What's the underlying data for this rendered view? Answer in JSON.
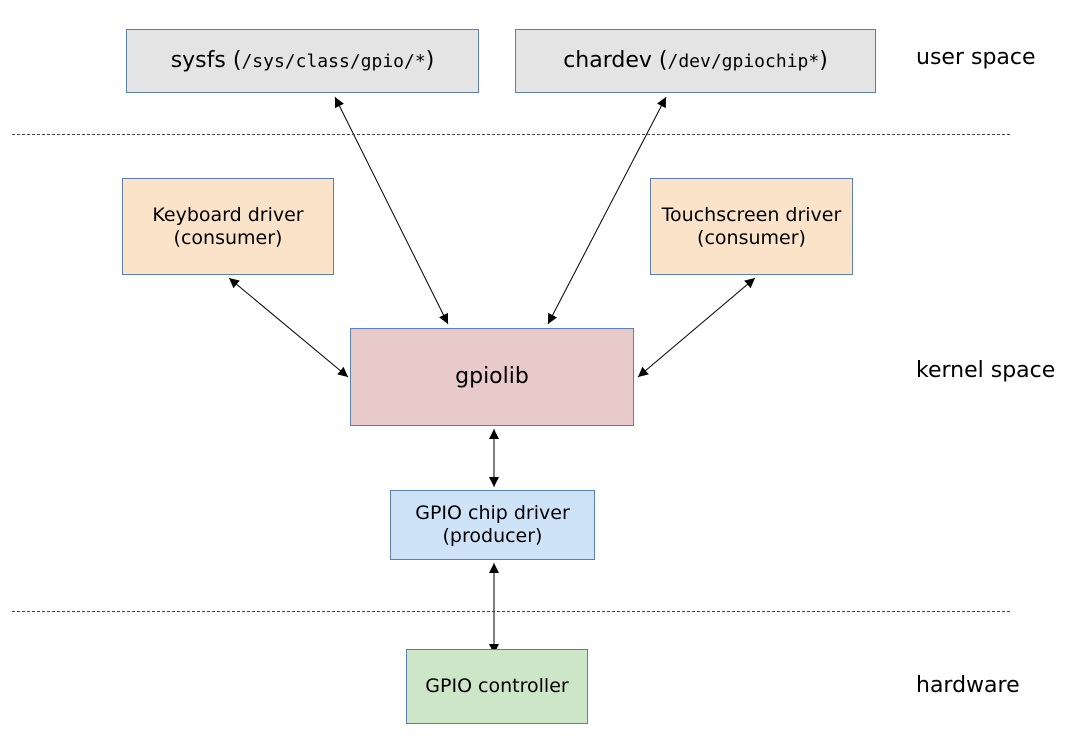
{
  "colors": {
    "userspace_fill": "#e4e4e4",
    "consumer_fill": "#fbe3ca",
    "gpiolib_fill": "#e8cacb",
    "producer_fill": "#cfe3f8",
    "controller_fill": "#cee6c8",
    "border": "#5a7fb0"
  },
  "boxes": {
    "sysfs": {
      "label": "sysfs",
      "paren_open": "(",
      "path": "/sys/class/gpio/*",
      "paren_close": ")"
    },
    "chardev": {
      "label": "chardev",
      "paren_open": "(",
      "path": "/dev/gpiochip*",
      "paren_close": ")"
    },
    "keyboard": {
      "line1": "Keyboard driver",
      "line2": "(consumer)"
    },
    "touchscreen": {
      "line1": "Touchscreen driver",
      "line2": "(consumer)"
    },
    "gpiolib": {
      "label": "gpiolib"
    },
    "chip_driver": {
      "line1": "GPIO chip driver",
      "line2": "(producer)"
    },
    "controller": {
      "label": "GPIO controller"
    }
  },
  "layers": {
    "user": "user space",
    "kernel": "kernel space",
    "hardware": "hardware"
  }
}
